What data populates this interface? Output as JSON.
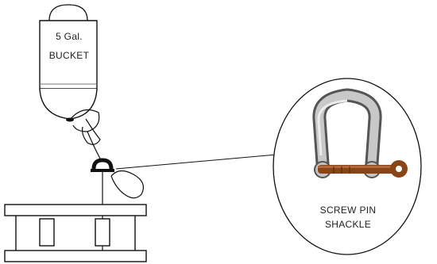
{
  "bucket": {
    "label_line1": "5 Gal.",
    "label_line2": "BUCKET"
  },
  "shackle": {
    "label_line1": "SCREW PIN",
    "label_line2": "SHACKLE"
  },
  "colors": {
    "line": "#111111",
    "shackle_body": "#b9b9b9",
    "pin": "#8a4516"
  }
}
